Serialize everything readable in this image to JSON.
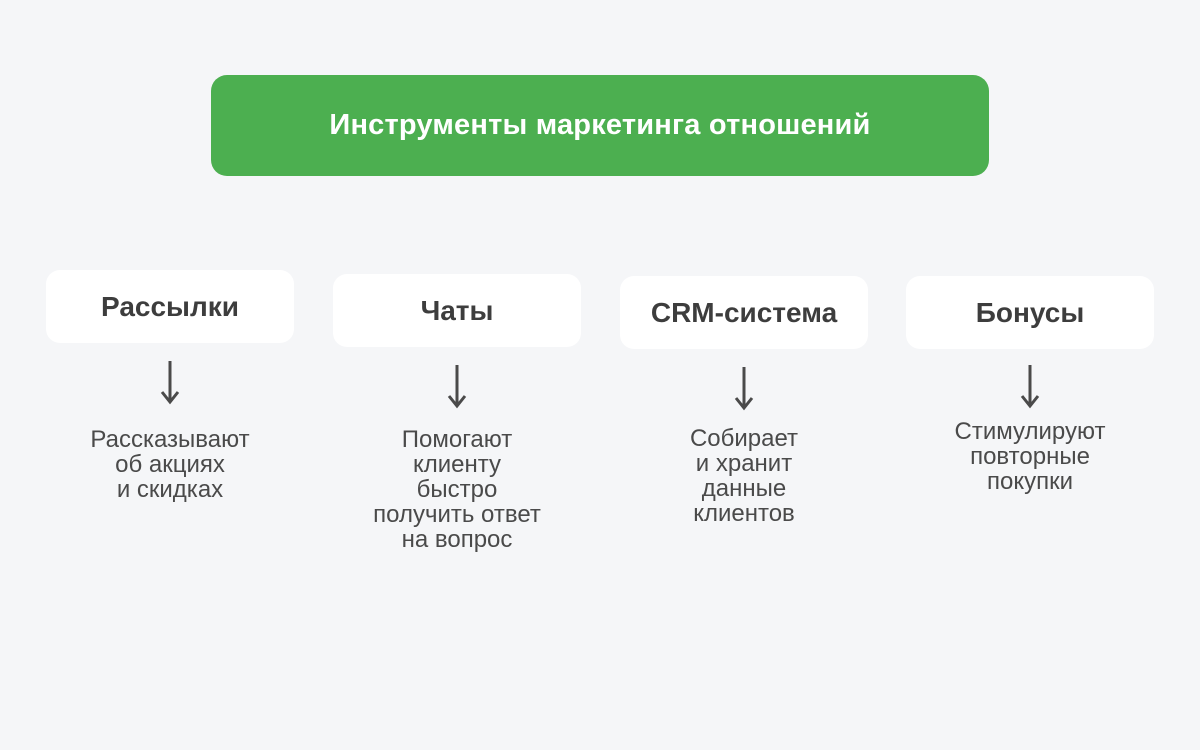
{
  "title": "Инструменты маркетинга отношений",
  "colors": {
    "title_bg": "#4caf50",
    "card_bg": "#ffffff",
    "page_bg": "#f5f6f8",
    "text": "#3d3d3d",
    "arrow": "#4a4a4a"
  },
  "tools": [
    {
      "label": "Рассылки",
      "description": "Рассказывают\nоб акциях\nи скидках"
    },
    {
      "label": "Чаты",
      "description": "Помогают\nклиенту\nбыстро\nполучить ответ\nна вопрос"
    },
    {
      "label": "CRM-система",
      "description": "Собирает\nи хранит\nданные\nклиентов"
    },
    {
      "label": "Бонусы",
      "description": "Стимулируют\nповторные\nпокупки"
    }
  ]
}
